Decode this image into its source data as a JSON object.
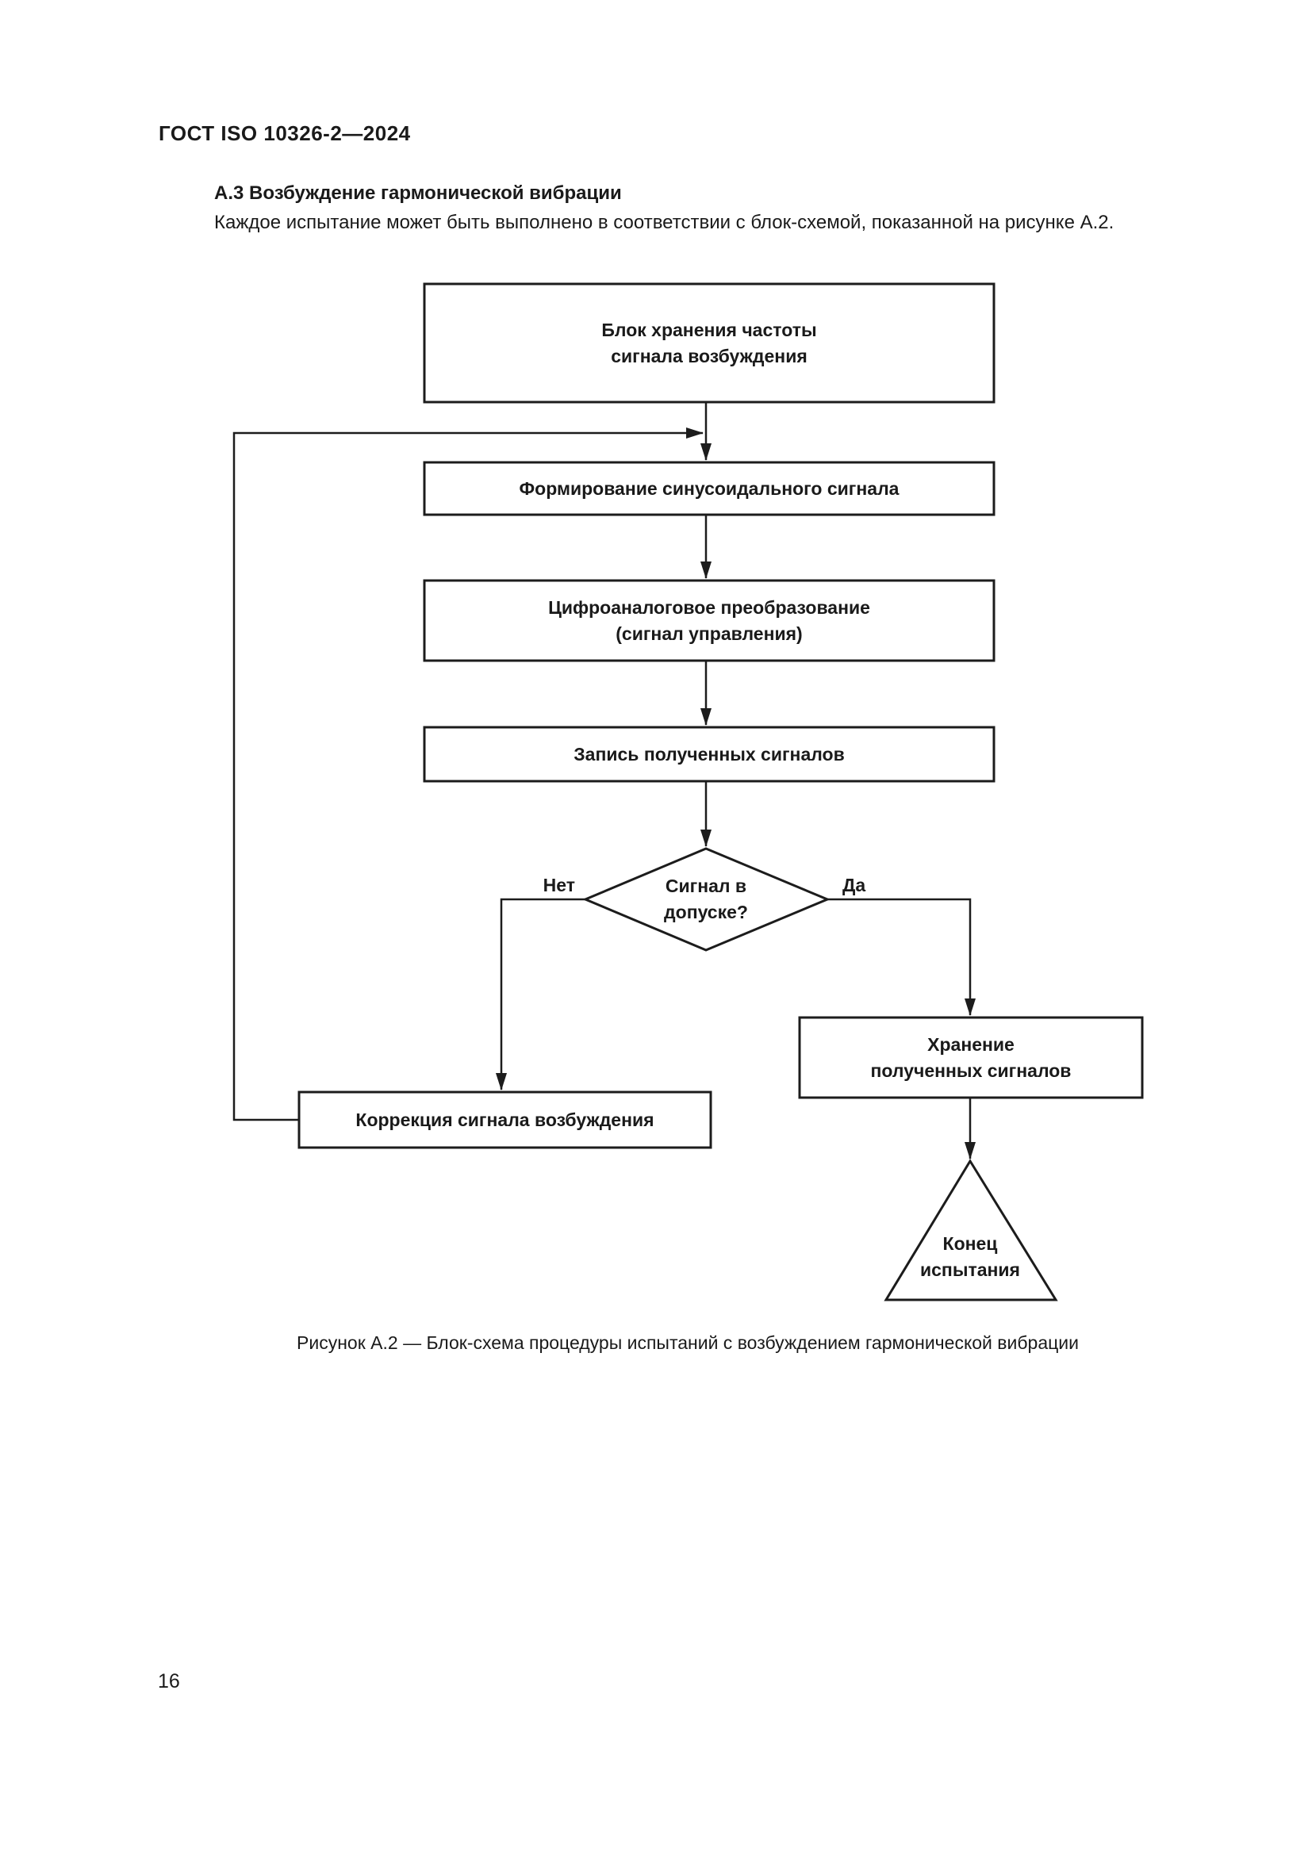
{
  "page": {
    "header_title": "ГОСТ ISO 10326-2—2024",
    "section_heading": "А.3 Возбуждение гармонической вибрации",
    "body_paragraph": "Каждое испытание может быть выполнено в соответствии с блок-схемой, показанной на рисунке А.2.",
    "figure_caption": "Рисунок А.2 — Блок-схема процедуры испытаний с возбуждением гармонической вибрации",
    "page_number": "16"
  },
  "flowchart": {
    "nodes": {
      "frequency_store": "Блок хранения частоты\nсигнала возбуждения",
      "sine_generation": "Формирование синусоидального сигнала",
      "dac_conversion": "Цифроаналоговое преобразование\n(сигнал управления)",
      "record_signals": "Запись полученных сигналов",
      "decision": "Сигнал в\nдопуске?",
      "correction": "Коррекция сигнала возбуждения",
      "store_signals": "Хранение\nполученных сигналов",
      "end_test": "Конец\nиспытания"
    },
    "branch_labels": {
      "no": "Нет",
      "yes": "Да"
    },
    "colors": {
      "stroke": "#1c1c1c",
      "text": "#1a1a1a",
      "page_background": "#ffffff"
    }
  }
}
